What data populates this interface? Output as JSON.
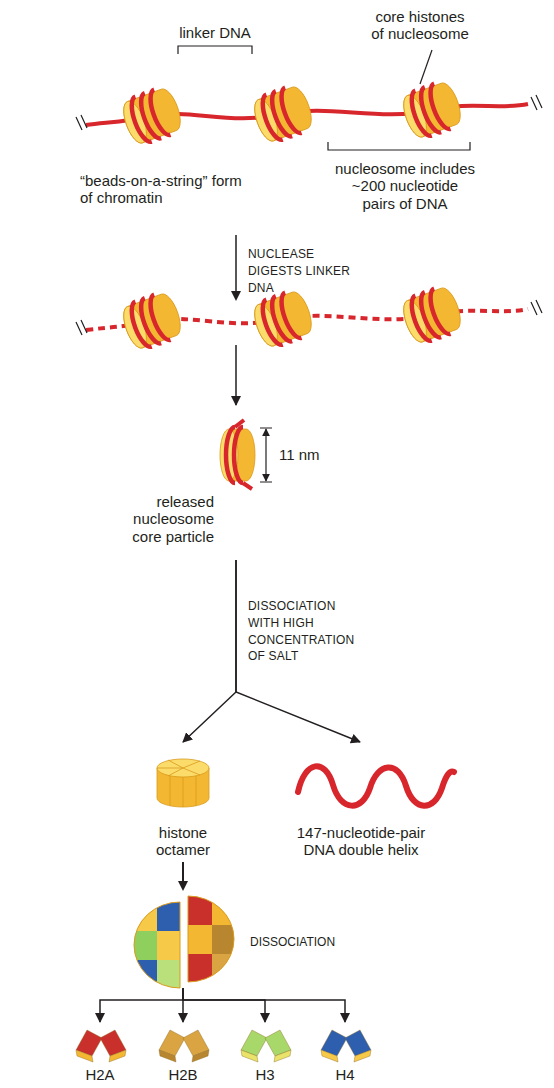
{
  "diagram": {
    "nodes": [
      {
        "text": [
          "“beads-on-a-string” form of chromatin"
        ]
      },
      {
        "text": [
          "released nucleosome core particle"
        ]
      },
      {
        "text": [
          "histone octamer"
        ]
      },
      {
        "text": [
          "147-nucleotide-pair DNA double helix"
        ]
      },
      {
        "text": [
          "H2A"
        ]
      },
      {
        "text": [
          "H2B"
        ]
      },
      {
        "text": [
          "H3"
        ]
      },
      {
        "text": [
          "H4"
        ]
      }
    ],
    "edges": [
      {
        "from": 0,
        "to": 1,
        "arrow": "to",
        "label": "NUCLEASE DIGESTS LINKER DNA"
      },
      {
        "from": 1,
        "to": 2,
        "arrow": "to",
        "label": "DISSOCIATION WITH HIGH CONCENTRATION OF SALT"
      },
      {
        "from": 1,
        "to": 3,
        "arrow": "to"
      },
      {
        "from": 2,
        "to": 4,
        "arrow": "to"
      },
      {
        "from": 2,
        "to": 5,
        "arrow": "to"
      },
      {
        "from": 2,
        "to": 6,
        "arrow": "to"
      },
      {
        "from": 2,
        "to": 7,
        "arrow": "to"
      }
    ],
    "labels": [
      "linker DNA",
      "core histones of nucleosome",
      "nucleosome includes ~200 nucleotide pairs of DNA",
      "11 nm",
      "DISSOCIATION"
    ]
  }
}
